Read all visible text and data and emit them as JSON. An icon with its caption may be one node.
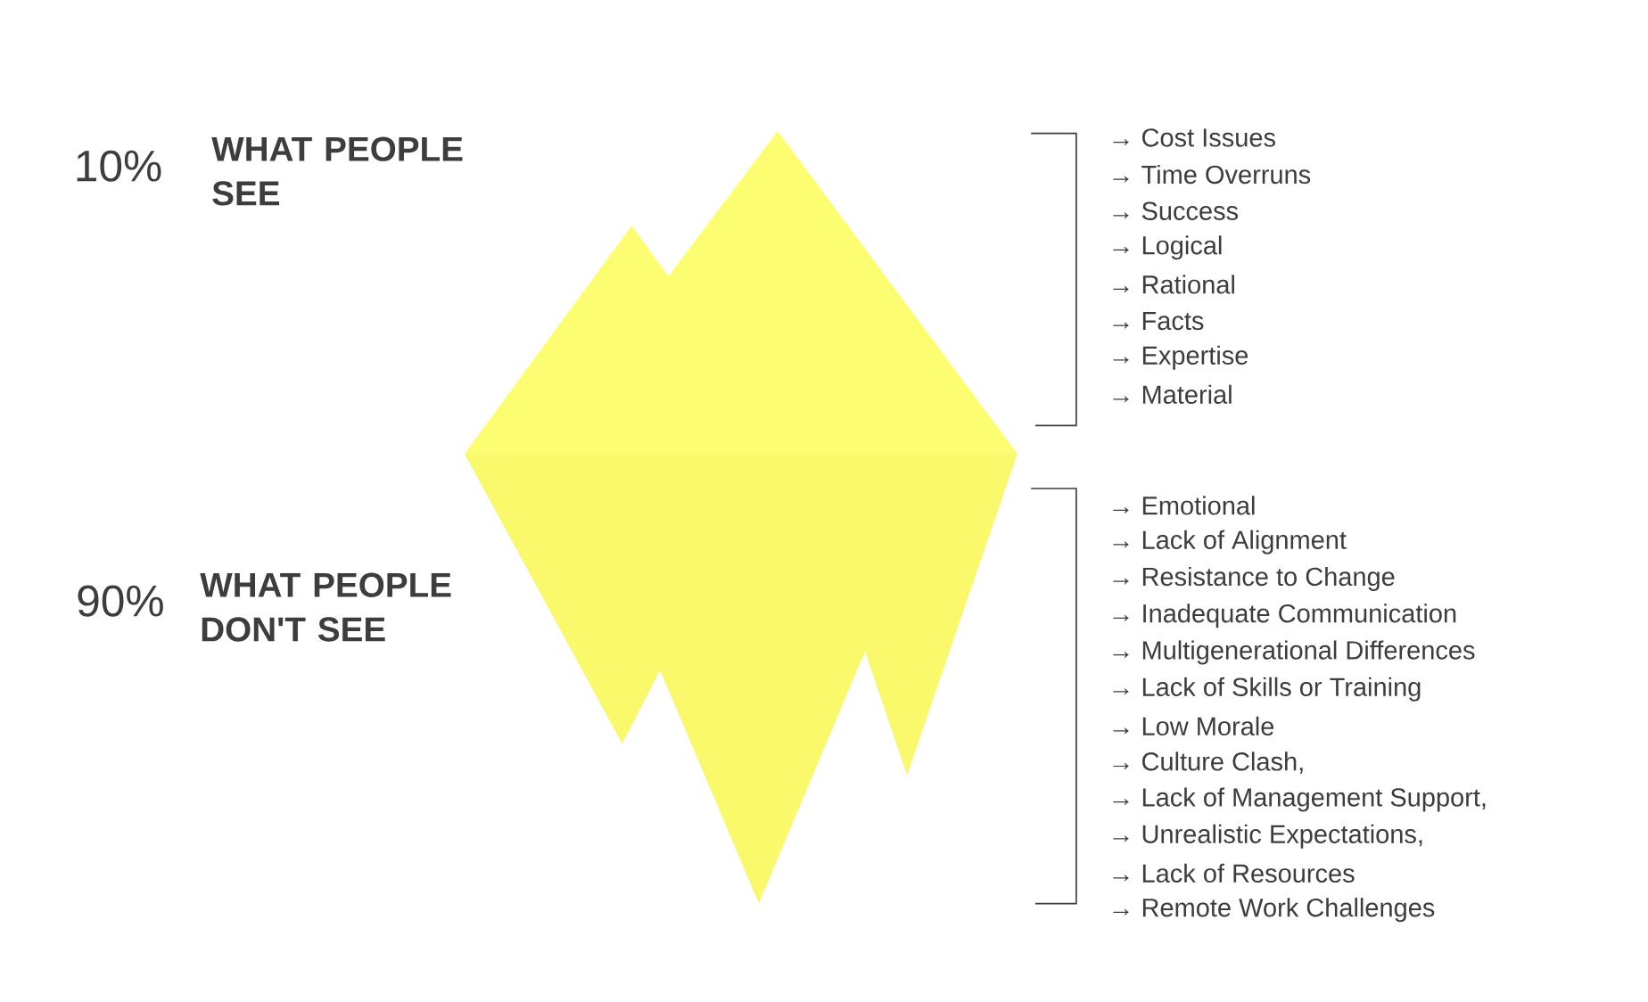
{
  "diagram": {
    "labels": [
      "10%",
      "WHAT PEOPLE SEE",
      "→ Cost Issues",
      "→ Time Overruns",
      "→ Success",
      "→ Logical",
      "→ Rational",
      "→ Facts",
      "→ Expertise",
      "→ Material",
      "90%",
      "WHAT PEOPLE DON'T SEE",
      "→ Emotional",
      "→ Lack of Alignment",
      "→ Resistance to Change",
      "→ Inadequate Communication",
      "→ Multigenerational Differences",
      "→ Lack of Skills or Training",
      "→ Low Morale",
      "→ Culture Clash,",
      "→ Lack of Management Support,",
      "→ Unrealistic Expectations,",
      "→ Lack of Resources",
      "→ Remote Work Challenges"
    ]
  }
}
